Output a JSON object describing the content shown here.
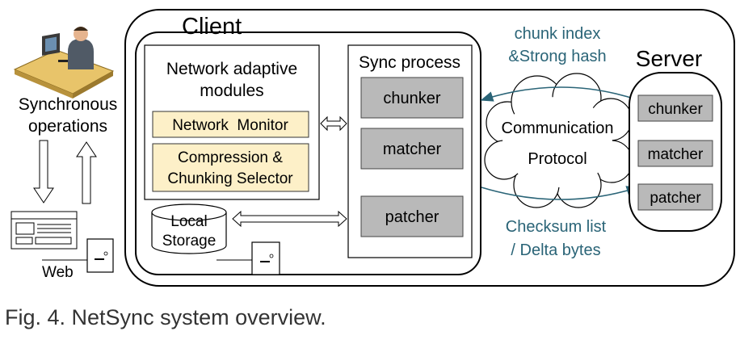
{
  "client": {
    "title": "Client",
    "network_modules": {
      "title_line1": "Network adaptive",
      "title_line2": "modules",
      "monitor": "Network  Monitor",
      "selector_line1": "Compression &",
      "selector_line2": "Chunking Selector"
    },
    "sync_process": {
      "title": "Sync process",
      "chunker": "chunker",
      "matcher": "matcher",
      "patcher": "patcher"
    },
    "local_storage_line1": "Local",
    "local_storage_line2": "Storage"
  },
  "server": {
    "title": "Server",
    "chunker": "chunker",
    "matcher": "matcher",
    "patcher": "patcher"
  },
  "protocol": {
    "line1": "Communication",
    "line2": "Protocol"
  },
  "labels": {
    "upper_line1": "chunk index",
    "upper_line2": "&Strong hash",
    "lower_line1": "Checksum list",
    "lower_line2": "/ Delta bytes"
  },
  "left": {
    "sync_line1": "Synchronous",
    "sync_line2": "operations",
    "web": "Web"
  },
  "colors": {
    "module_fill": "#fdf0c8",
    "gray_box": "#b9b9b9",
    "teal_text": "#2a6477"
  },
  "caption": "Fig. 4. NetSync system overview."
}
